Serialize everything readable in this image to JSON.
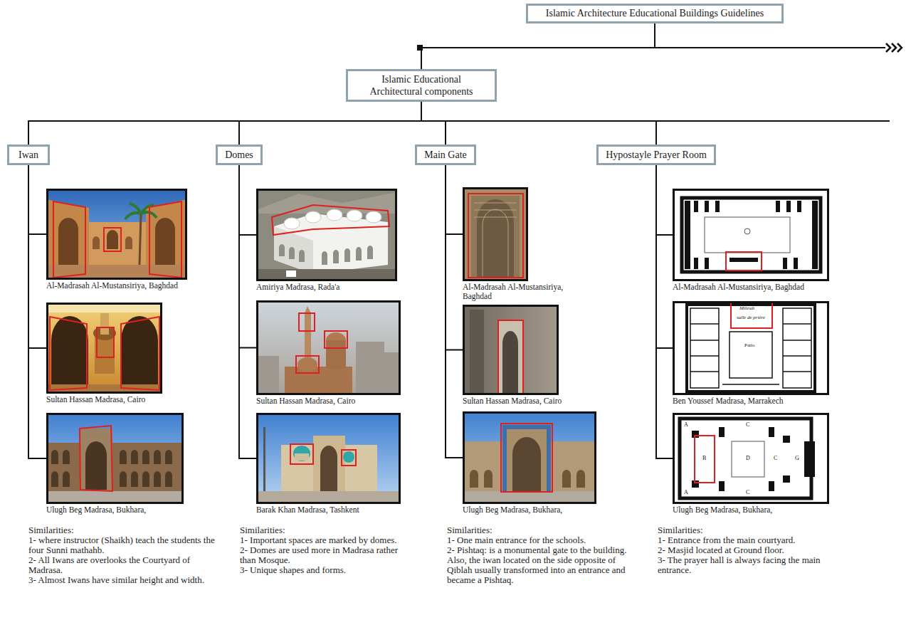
{
  "diagram": {
    "nodes": [
      {
        "text": [
          "Islamic Architecture Educational Buildings Guidelines"
        ]
      },
      {
        "text": [
          "Islamic Educational Architectural components"
        ]
      },
      {
        "text": [
          "Iwan"
        ]
      },
      {
        "text": [
          "Domes"
        ]
      },
      {
        "text": [
          "Main Gate"
        ]
      },
      {
        "text": [
          "Hypostayle Prayer Room"
        ]
      },
      {
        "text": [
          "Al-Madrasah Al-Mustansiriya, Baghdad"
        ]
      },
      {
        "text": [
          "Sultan Hassan Madrasa, Cairo"
        ]
      },
      {
        "text": [
          "Ulugh Beg Madrasa, Bukhara,"
        ]
      },
      {
        "text": [
          "Amiriya Madrasa, Rada'a"
        ]
      },
      {
        "text": [
          "Sultan Hassan Madrasa, Cairo"
        ]
      },
      {
        "text": [
          "Barak Khan Madrasa, Tashkent"
        ]
      },
      {
        "text": [
          "Al-Madrasah Al-Mustansiriya, Baghdad"
        ]
      },
      {
        "text": [
          "Sultan Hassan Madrasa, Cairo"
        ]
      },
      {
        "text": [
          "Ulugh Beg Madrasa, Bukhara,"
        ]
      },
      {
        "text": [
          "Al-Madrasah Al-Mustansiriya, Baghdad"
        ]
      },
      {
        "text": [
          "Ben Youssef Madrasa, Marrakech"
        ]
      },
      {
        "text": [
          "Ulugh Beg Madrasa, Bukhara,"
        ]
      }
    ],
    "edges": [
      {
        "from": 0,
        "to": 1,
        "arrow": "none"
      },
      {
        "from": 1,
        "to": 2,
        "arrow": "none"
      },
      {
        "from": 1,
        "to": 3,
        "arrow": "none"
      },
      {
        "from": 1,
        "to": 4,
        "arrow": "none"
      },
      {
        "from": 1,
        "to": 5,
        "arrow": "none"
      },
      {
        "from": 2,
        "to": 6,
        "arrow": "none"
      },
      {
        "from": 2,
        "to": 7,
        "arrow": "none"
      },
      {
        "from": 2,
        "to": 8,
        "arrow": "none"
      },
      {
        "from": 3,
        "to": 9,
        "arrow": "none"
      },
      {
        "from": 3,
        "to": 10,
        "arrow": "none"
      },
      {
        "from": 3,
        "to": 11,
        "arrow": "none"
      },
      {
        "from": 4,
        "to": 12,
        "arrow": "none"
      },
      {
        "from": 4,
        "to": 13,
        "arrow": "none"
      },
      {
        "from": 4,
        "to": 14,
        "arrow": "none"
      },
      {
        "from": 5,
        "to": 15,
        "arrow": "none"
      },
      {
        "from": 5,
        "to": 16,
        "arrow": "none"
      },
      {
        "from": 5,
        "to": 17,
        "arrow": "none"
      }
    ],
    "labels": [
      "Similarities:",
      "1- where instructor (Shaikh) teach the students the four Sunni mathahb.",
      "2- All Iwans are overlooks the Courtyard of Madrasa.",
      "3- Almost Iwans have similar height and width.",
      "Similarities:",
      "1- Important spaces are marked by domes.",
      "2- Domes are used more in Madrasa rather than Mosque.",
      "3- Unique shapes and forms.",
      "Similarities:",
      "1- One main entrance for the schools.",
      "2- Pishtaq: is a monumental gate to the building. Also, the iwan located on the side opposite of Qiblah usually transformed into an entrance and became a Pishtaq.",
      "Similarities:",
      "1- Entrance from the main courtyard.",
      "2- Masjid located at Ground floor.",
      "3- The prayer hall is always facing the main entrance.",
      "Mihrab",
      "salle de prière",
      "Patio",
      "A",
      "C",
      "B",
      "D",
      "C",
      "G",
      "A",
      "C"
    ]
  }
}
